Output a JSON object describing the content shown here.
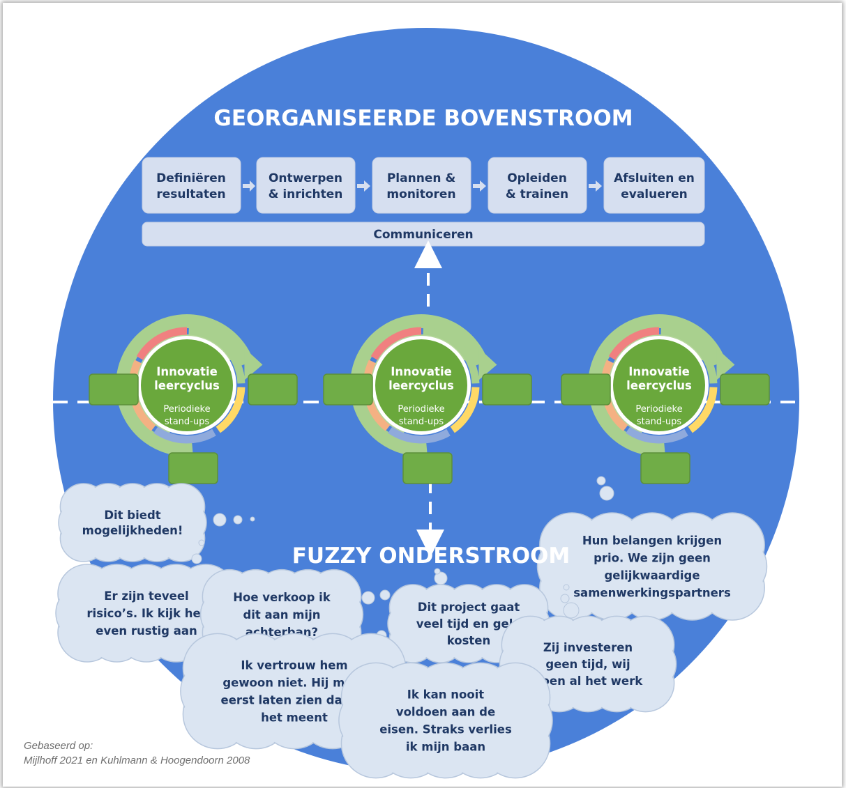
{
  "upper_title": "GEORGANISEERDE BOVENSTROOM",
  "lower_title": "FUZZY ONDERSTROOM",
  "process_steps": [
    [
      "Definiëren",
      "resultaten"
    ],
    [
      "Ontwerpen",
      "& inrichten"
    ],
    [
      "Plannen &",
      "monitoren"
    ],
    [
      "Opleiden",
      "& trainen"
    ],
    [
      "Afsluiten en",
      "evalueren"
    ]
  ],
  "communication_bar": "Communiceren",
  "cycles": [
    {
      "title": [
        "Innovatie",
        "leercyclus"
      ],
      "subtitle": [
        "Periodieke",
        "stand-ups"
      ]
    },
    {
      "title": [
        "Innovatie",
        "leercyclus"
      ],
      "subtitle": [
        "Periodieke",
        "stand-ups"
      ]
    },
    {
      "title": [
        "Innovatie",
        "leercyclus"
      ],
      "subtitle": [
        "Periodieke",
        "stand-ups"
      ]
    }
  ],
  "thoughts": [
    [
      "Dit biedt",
      "mogelijkheden!"
    ],
    [
      "Er zijn teveel",
      "risico’s. Ik kijk het",
      "even rustig aan"
    ],
    [
      "Hoe verkoop ik",
      "dit aan mijn",
      "achterban?"
    ],
    [
      "Ik vertrouw hem",
      "gewoon niet. Hij moet",
      "eerst laten zien dat hij",
      "het meent"
    ],
    [
      "Dit project gaat",
      "veel tijd en geld",
      "kosten"
    ],
    [
      "Ik kan nooit",
      "voldoen aan de",
      "eisen. Straks verlies",
      "ik mijn baan"
    ],
    [
      "Hun belangen krijgen",
      "prio. We zijn geen",
      "gelijkwaardige",
      "samenwerkingspartners"
    ],
    [
      "Zij investeren",
      "geen tijd, wij",
      "doen al het werk"
    ]
  ],
  "footnote": {
    "line1": "Gebaseerd op:",
    "line2": "Mijlhoff 2021 en Kuhlmann & Hoogendoorn 2008"
  },
  "colors": {
    "background_circle": "#4a80d9",
    "box_fill": "#d6dff0",
    "box_text": "#1f3864",
    "cycle_center": "#6aa83c",
    "cycle_arrow": "#a9d08e",
    "cloud_fill": "#dbe5f2",
    "segment_red": "#f08080",
    "segment_orange": "#f4b183",
    "segment_yellow": "#ffd966",
    "segment_blue": "#8faadc"
  }
}
